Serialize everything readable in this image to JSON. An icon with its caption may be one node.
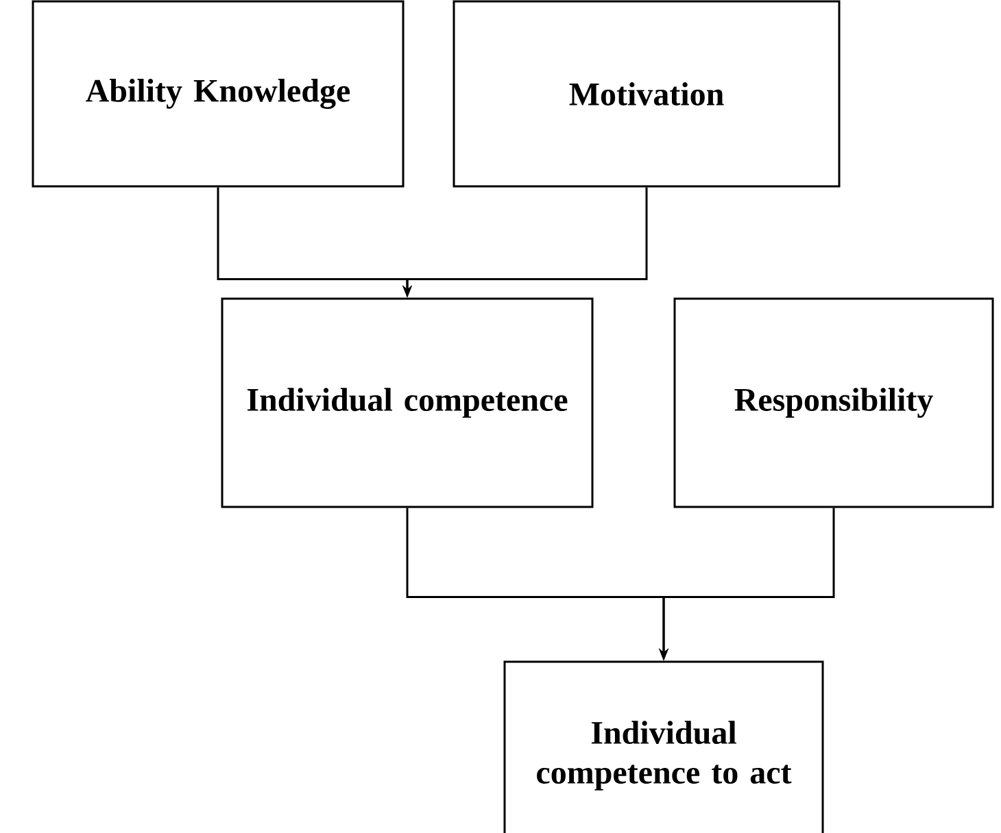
{
  "diagram": {
    "nodes": [
      {
        "text": [
          "Ability Knowledge"
        ]
      },
      {
        "text": [
          "Motivation"
        ]
      },
      {
        "text": [
          "Individual competence"
        ]
      },
      {
        "text": [
          "Responsibility"
        ]
      },
      {
        "text": [
          "Individual competence to act"
        ]
      }
    ],
    "edges": [
      {
        "from": 0,
        "to": 2,
        "arrow": "to"
      },
      {
        "from": 1,
        "to": 2,
        "arrow": "to"
      },
      {
        "from": 2,
        "to": 4,
        "arrow": "to"
      },
      {
        "from": 3,
        "to": 4,
        "arrow": "to"
      }
    ]
  }
}
